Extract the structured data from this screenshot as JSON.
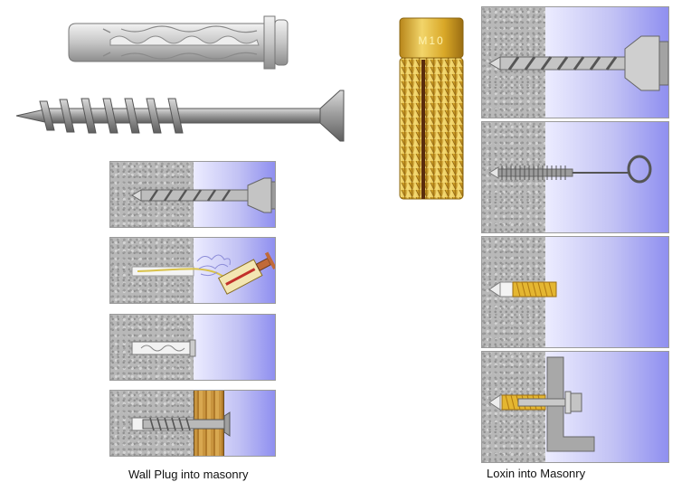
{
  "captions": {
    "left": "Wall Plug into masonry",
    "right": "Loxin into Masonry"
  },
  "shield": {
    "marking": "M10"
  },
  "colors": {
    "concrete": "#b8b8b8",
    "air_light": "#ececff",
    "air_dark": "#8f8ff0",
    "brass": "#e0b83a",
    "steel": "#a9a9a9",
    "timber": "#c8943e",
    "bracket": "#a2a2a2"
  },
  "icons": {
    "drill": "drill-bit-icon",
    "brush": "cleaning-brush-icon",
    "blower": "blow-pump-icon"
  }
}
